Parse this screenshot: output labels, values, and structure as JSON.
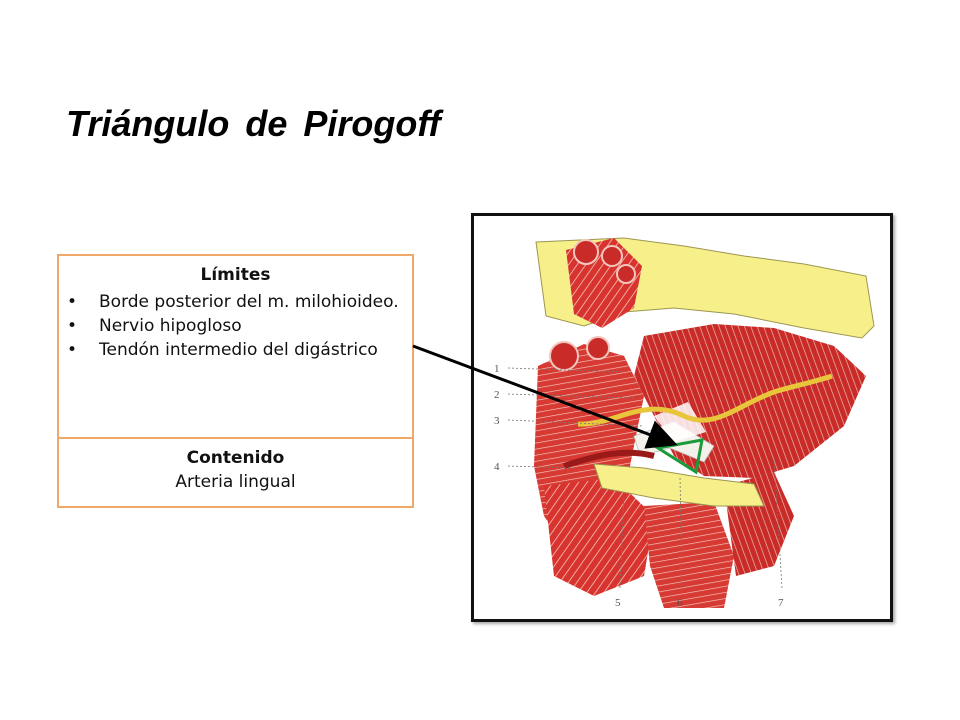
{
  "slide": {
    "title": "Triángulo de Pirogoff"
  },
  "info_box": {
    "limits_heading": "Límites",
    "limits": [
      "Borde posterior del m. milohioideo.",
      "Nervio hipogloso",
      "Tendón intermedio del digástrico"
    ],
    "content_heading": "Contenido",
    "content_value": "Arteria lingual"
  },
  "figure": {
    "labels_left": [
      "1",
      "2",
      "3",
      "4"
    ],
    "labels_bottom": [
      "5",
      "6",
      "7"
    ],
    "colors": {
      "muscle": "#d8332e",
      "bone": "#f7f08a",
      "nerve": "#e8c53a",
      "triangle_outline": "#1a9a3a",
      "arrow": "#000000"
    }
  }
}
